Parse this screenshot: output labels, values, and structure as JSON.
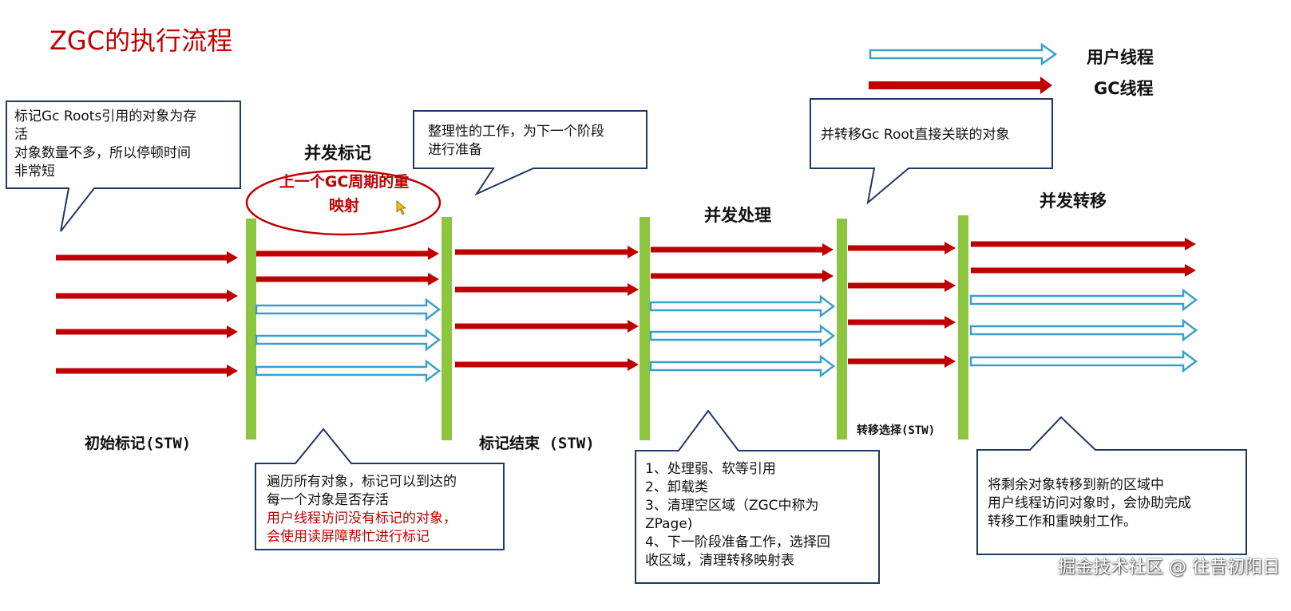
{
  "title": "ZGC的执行流程",
  "legend": {
    "user_thread": "用户线程",
    "gc_thread": "GC线程"
  },
  "phases": {
    "concurrent_mark": "并发标记",
    "concurrent_process": "并发处理",
    "concurrent_relocate": "并发转移"
  },
  "stw": {
    "initial_mark": "初始标记(STW)",
    "mark_end": "标记结束 (STW)",
    "relocate_select": "转移选择(STW)"
  },
  "oval": {
    "line1": "上一个GC周期的重",
    "line2": "映射"
  },
  "callouts": {
    "initial_mark": [
      "标记Gc Roots引用的对象为存",
      "活",
      "对象数量不多，所以停顿时间",
      "非常短"
    ],
    "prepare": [
      "整理性的工作，为下一个阶段",
      "进行准备"
    ],
    "relocate_roots": [
      "并转移Gc Root直接关联的对象"
    ],
    "concurrent_mark_black": [
      "遍历所有对象，标记可以到达的",
      "每一个对象是否存活"
    ],
    "concurrent_mark_red": [
      "用户线程访问没有标记的对象，",
      "会使用读屏障帮忙进行标记"
    ],
    "concurrent_process": [
      "1、处理弱、软等引用",
      "2、卸载类",
      "3、清理空区域（ZGC中称为",
      "ZPage)",
      "4、下一阶段准备工作，选择回",
      "收区域，清理转移映射表"
    ],
    "concurrent_relocate": [
      "将剩余对象转移到新的区域中",
      "用户线程访问对象时，会协助完成",
      "转移工作和重映射工作。"
    ]
  },
  "watermark": "掘金技术社区 @ 往昔初阳日",
  "colors": {
    "gc_arrow": "#c00000",
    "user_arrow": "#3aa0c8",
    "stw_bar": "#8cc63f",
    "callout_border": "#1f3864",
    "title": "#c00000"
  }
}
